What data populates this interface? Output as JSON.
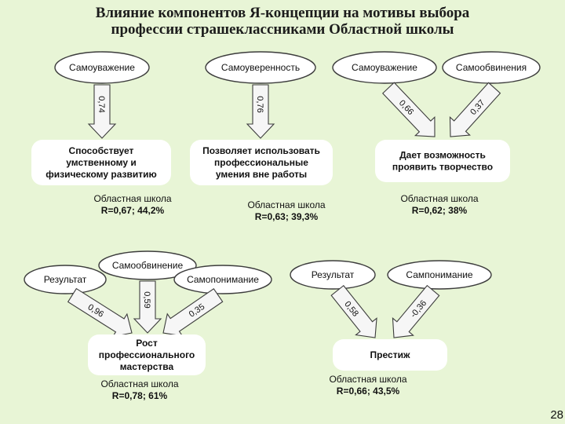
{
  "title": {
    "line1": "Влияние компонентов Я-концепции на мотивы выбора",
    "line2": "профессии страшеклассниками Областной школы"
  },
  "groups": [
    {
      "sources": [
        {
          "label": "Самоуважение",
          "coef": "0,74"
        }
      ],
      "target": [
        "Способствует",
        "умственному и",
        "физическому развитию"
      ],
      "school": "Областная школа",
      "stat": "R=0,67; 44,2%"
    },
    {
      "sources": [
        {
          "label": "Самоуверенность",
          "coef": "0,76"
        }
      ],
      "target": [
        "Позволяет использовать",
        "профессиональные",
        "умения вне работы"
      ],
      "school": "Областная школа",
      "stat": "R=0,63; 39,3%"
    },
    {
      "sources": [
        {
          "label": "Самоуважение",
          "coef": "0,66"
        },
        {
          "label": "Самообвинения",
          "coef": "0,37"
        }
      ],
      "target": [
        "Дает возможность",
        "проявить творчество"
      ],
      "school": "Областная школа",
      "stat": "R=0,62; 38%"
    },
    {
      "sources": [
        {
          "label": "Результат",
          "coef": "0,96"
        },
        {
          "label": "Самообвинение",
          "coef": "0,59"
        },
        {
          "label": "Самопонимание",
          "coef": "0,35"
        }
      ],
      "target": [
        "Рост",
        "профессионального",
        "мастерства"
      ],
      "school": "Областная школа",
      "stat": "R=0,78; 61%"
    },
    {
      "sources": [
        {
          "label": "Результат",
          "coef": "0,58"
        },
        {
          "label": "Сампонимание",
          "coef": "-0,36"
        }
      ],
      "target": [
        "Престиж"
      ],
      "school": "Областная школа",
      "stat": "R=0,66; 43,5%"
    }
  ],
  "page_number": "28",
  "colors": {
    "background": "#e8f5d6",
    "shape_fill": "#ffffff",
    "shape_stroke": "#3c3c3c",
    "arrow_fill": "#f6f6f6"
  }
}
